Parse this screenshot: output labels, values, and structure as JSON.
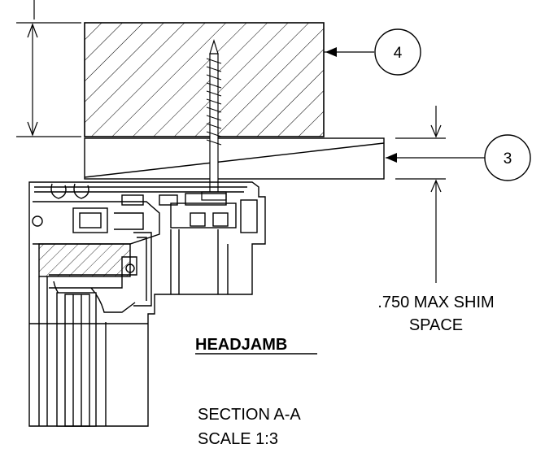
{
  "drawing": {
    "callouts": [
      {
        "number": "4"
      },
      {
        "number": "3"
      }
    ],
    "shim_note": {
      "line1": ".750 MAX SHIM",
      "line2": "SPACE"
    },
    "view_title": "HEADJAMB",
    "section_label": "SECTION A-A",
    "scale_label": "SCALE 1:3",
    "colors": {
      "line": "#000000",
      "background": "#ffffff"
    }
  }
}
